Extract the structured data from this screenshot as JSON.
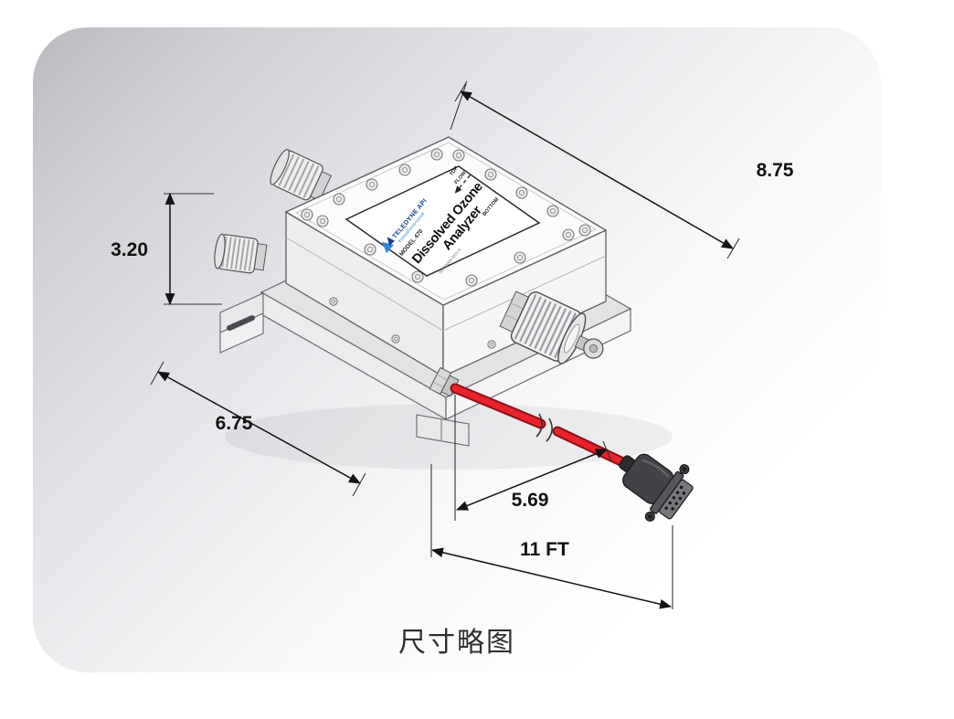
{
  "caption": "尺寸略图",
  "dimensions": {
    "top_width": "8.75",
    "side_height": "3.20",
    "base_depth": "6.75",
    "cable_offset": "5.69",
    "cable_length": "11 FT"
  },
  "device_label": {
    "brand": "TELEDYNE API",
    "tagline": "Everywhereyoulook",
    "model": "MODEL 470",
    "product_line1": "Dissolved Ozone",
    "product_line2": "Analyzer",
    "marking_top": "TOP",
    "marking_flow": "FLOW",
    "marking_bottom": "BOTTOM",
    "part_number": "06870000 REV A"
  },
  "colors": {
    "cable_red": "#e8232b",
    "brand_blue": "#163a8a",
    "tagline_blue": "#2f86d6",
    "card_gray": "#b9b9bf"
  }
}
